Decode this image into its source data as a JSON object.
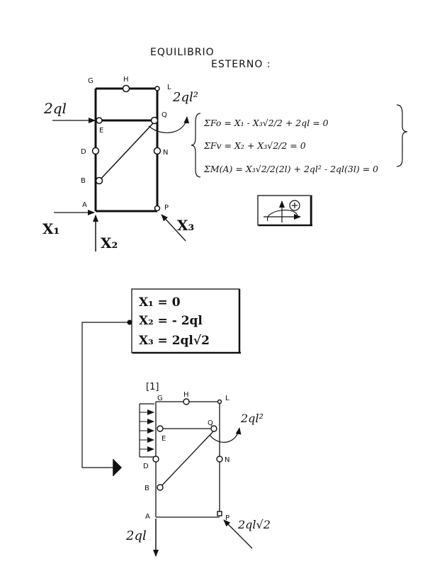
{
  "title": {
    "line1": "EQUILIBRIO",
    "line2": "ESTERNO :"
  },
  "frame1": {
    "labels": {
      "G": "G",
      "H": "H",
      "L": "L",
      "Q": "Q",
      "E": "E",
      "D": "D",
      "N": "N",
      "B": "B",
      "A": "A",
      "P": "P"
    },
    "load_left": "2ql",
    "moment": "2ql²",
    "reactions": {
      "x1": "X₁",
      "x2": "X₂",
      "x3": "X₃"
    }
  },
  "equations": {
    "eq1": "ΣFo = X₁ - X₃√2/2 + 2ql = 0",
    "eq2": "ΣFv = X₂ + X₃√2/2 = 0",
    "eq3": "ΣM(A) = X₃√2/2(2l) + 2ql² - 2ql(3l) = 0"
  },
  "results": {
    "r1": "X₁ = 0",
    "r2": "X₂ = - 2ql",
    "r3": "X₃ = 2ql√2"
  },
  "frame2": {
    "labels": {
      "G": "G",
      "H": "H",
      "L": "L",
      "Q": "Q",
      "E": "E",
      "D": "D",
      "N": "N",
      "B": "B",
      "A": "A",
      "P": "P"
    },
    "load_tag": "[1]",
    "moment": "2ql²",
    "force_down": "2ql",
    "force_diag": "2ql√2"
  }
}
